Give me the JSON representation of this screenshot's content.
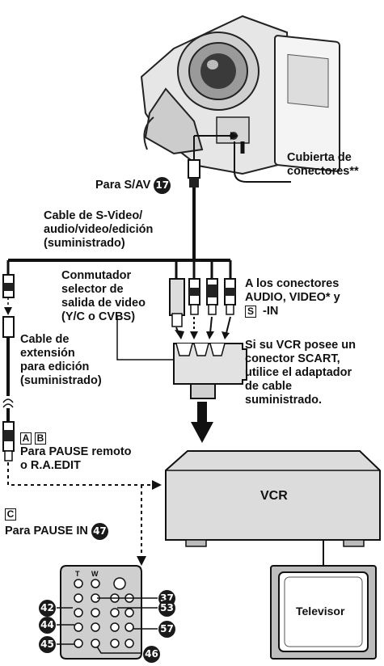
{
  "labels": {
    "cover": "Cubierta de conectores**",
    "cover_l1": "Cubierta de",
    "cover_l2": "conectores**",
    "sav": "Para S/AV",
    "sav_num": "17",
    "cable_l1": "Cable de S-Video/",
    "cable_l2": "audio/video/edición",
    "cable_l3": "(suministrado)",
    "switch_l1": "Conmutador",
    "switch_l2": "selector de",
    "switch_l3": "salida de video",
    "switch_l4": "(Y/C o CVBS)",
    "conn_l1": "A los conectores",
    "conn_l2": "AUDIO, VIDEO* y",
    "conn_box": "S",
    "conn_l3": " -IN",
    "ext_l1": "Cable de",
    "ext_l2": "extensión",
    "ext_l3": "para edición",
    "ext_l4": "(suministrado)",
    "scart_l1": "Si su VCR posee un",
    "scart_l2": "conector SCART,",
    "scart_l3": "utilice el adaptador",
    "scart_l4": "de cable",
    "scart_l5": "suministrado.",
    "box_a": "A",
    "box_b": "B",
    "pause_l1": "Para PAUSE remoto",
    "pause_l2": "o R.A.EDIT",
    "box_c": "C",
    "pausein": "Para PAUSE IN",
    "pausein_num": "47",
    "vcr": "VCR",
    "tv": "Televisor"
  },
  "remote": {
    "top_labels": [
      "T",
      "W"
    ],
    "callouts_left": [
      "42",
      "44",
      "45"
    ],
    "callouts_right": [
      "37",
      "53",
      "57",
      "46"
    ]
  }
}
